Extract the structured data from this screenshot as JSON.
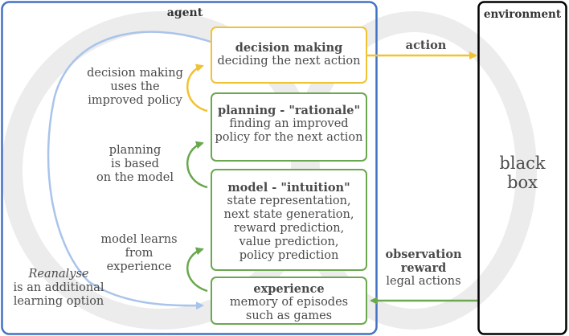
{
  "agent_label": "agent",
  "environment_label": "environment",
  "black_box": [
    "black",
    "box"
  ],
  "boxes": {
    "decision": {
      "title": "decision making",
      "lines": [
        "deciding the next action"
      ]
    },
    "planning": {
      "title": "planning - \"rationale\"",
      "lines": [
        "finding an improved",
        "policy for the next action"
      ]
    },
    "model": {
      "title": "model - \"intuition\"",
      "lines": [
        "state representation,",
        "next state generation,",
        "reward prediction,",
        "value prediction,",
        "policy prediction"
      ]
    },
    "experience": {
      "title": "experience",
      "lines": [
        "memory of episodes",
        "such as games"
      ]
    }
  },
  "side_labels": {
    "decision_uses": [
      "decision making",
      "uses the",
      "improved policy"
    ],
    "planning_based": [
      "planning",
      "is based",
      "on the model"
    ],
    "model_learns": [
      "model learns",
      "from",
      "experience"
    ],
    "reanalyse_italic": "Reanalyse",
    "reanalyse_rest": [
      "is an additional",
      "learning option"
    ]
  },
  "edges": {
    "action": "action",
    "observation": "observation",
    "reward": "reward",
    "legal_actions": "legal actions"
  },
  "colors": {
    "agent_border": "#4472c4",
    "env_border": "#000000",
    "green": "#6aa84f",
    "yellow": "#f1c232",
    "light_blue": "#a9c4eb",
    "watermark": "#ececec",
    "text": "#4a4a4a"
  }
}
